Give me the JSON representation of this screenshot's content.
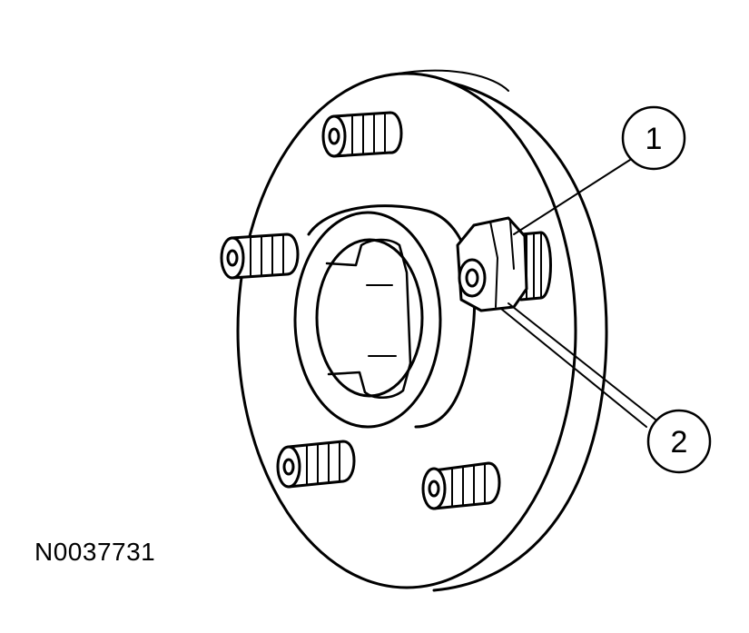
{
  "diagram": {
    "subject": "wheel-hub-with-studs",
    "callouts": [
      {
        "label": "1"
      },
      {
        "label": "2"
      }
    ],
    "figure_id": "N0037731",
    "line_color": "#000000",
    "background": "#ffffff"
  }
}
